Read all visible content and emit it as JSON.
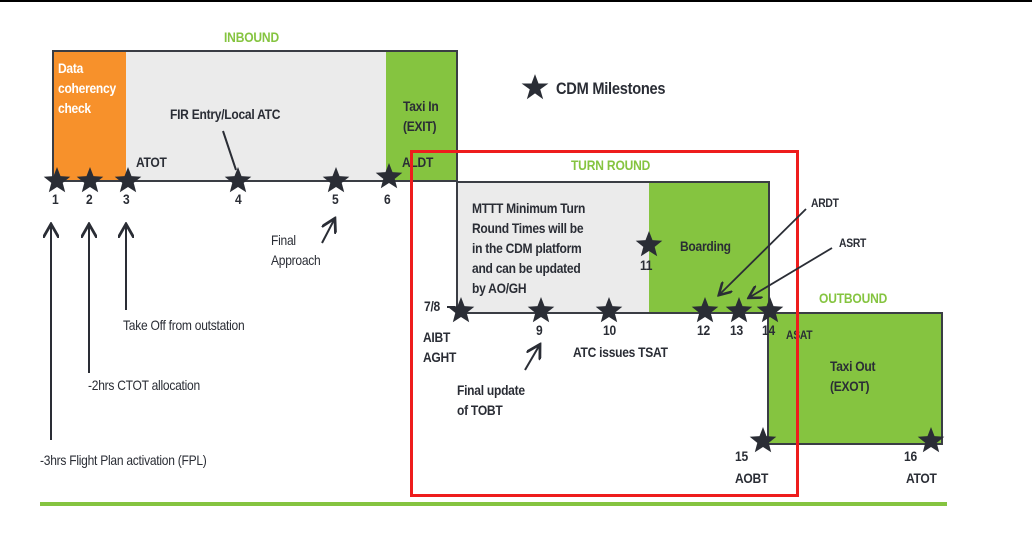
{
  "title": "CDM Milestones",
  "colors": {
    "green": "#85c440",
    "orange": "#f7912b",
    "grey_fill": "#ebebeb",
    "red_frame": "#ee1c1c",
    "dark": "#2a2d35"
  },
  "legend": {
    "icon": "star-icon",
    "label": "CDM Milestones"
  },
  "phases": {
    "inbound": {
      "title": "INBOUND",
      "data_check": "Data\ncoherency\ncheck",
      "fir": "FIR Entry/Local ATC",
      "taxi_in": "Taxi In\n(EXIT)",
      "atot_label": "ATOT",
      "aldt_label": "ALDT"
    },
    "turn_round": {
      "title": "TURN ROUND",
      "mttt": "MTTT Minimum Turn\nRound Times will be\nin the CDM platform\nand can be updated\nby AO/GH",
      "boarding": "Boarding",
      "aibt": "AIBT\nAGHT",
      "tsat": "ATC issues TSAT",
      "tobt": "Final update\nof TOBT",
      "ardt": "ARDT",
      "asrt": "ASRT",
      "asat": "ASAT"
    },
    "outbound": {
      "title": "OUTBOUND",
      "taxi_out": "Taxi Out\n(EXOT)",
      "aobt": "AOBT",
      "atot": "ATOT"
    }
  },
  "milestones": [
    "1",
    "2",
    "3",
    "4",
    "5",
    "6",
    "7/8",
    "9",
    "10",
    "11",
    "12",
    "13",
    "14",
    "15",
    "16"
  ],
  "annotations": {
    "fpl": "-3hrs Flight Plan activation (FPL)",
    "ctot": "-2hrs CTOT allocation",
    "takeoff": "Take Off from outstation",
    "final_approach": "Final\nApproach"
  }
}
